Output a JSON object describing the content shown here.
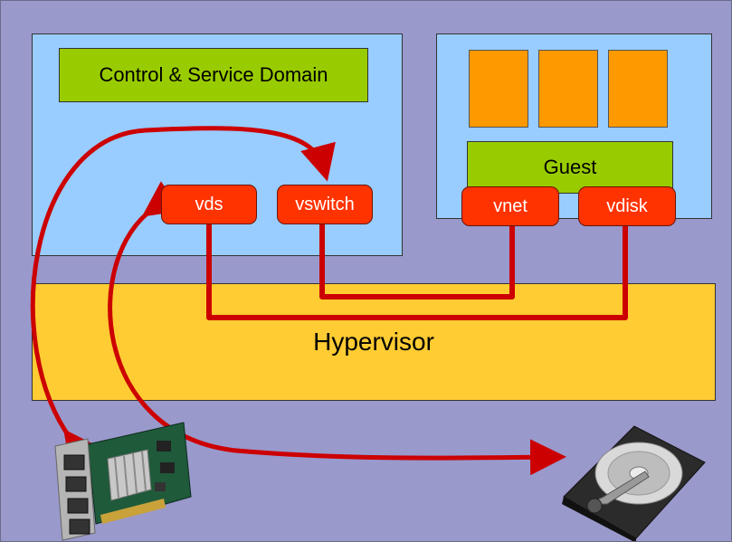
{
  "control_domain": {
    "title": "Control & Service Domain"
  },
  "guest_domain": {
    "title": "Guest"
  },
  "hypervisor": {
    "label": "Hypervisor"
  },
  "virtual_devices": {
    "vds": "vds",
    "vswitch": "vswitch",
    "vnet": "vnet",
    "vdisk": "vdisk"
  },
  "hardware": [
    "network-card-icon",
    "hard-disk-icon"
  ],
  "colors": {
    "background": "#9999cc",
    "domain_panel": "#99ccff",
    "title_box": "#99cc00",
    "guest_cpu": "#ff9900",
    "virtual_device": "#ff3300",
    "connection": "#cc0000",
    "hypervisor": "#ffcc33"
  }
}
